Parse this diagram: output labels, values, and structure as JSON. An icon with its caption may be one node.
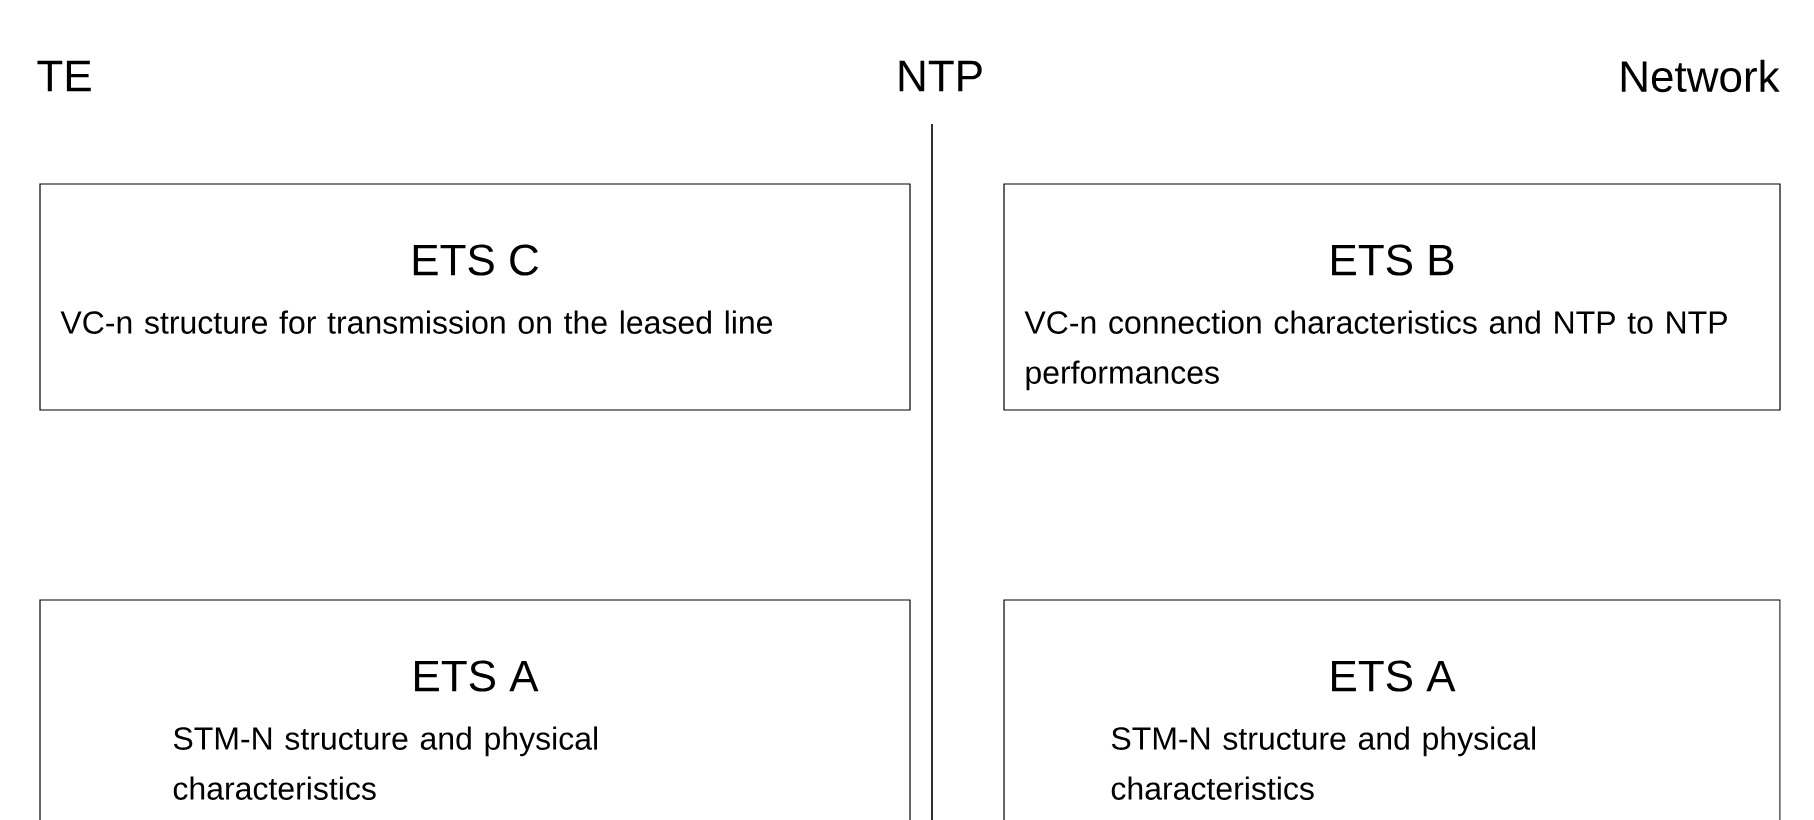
{
  "diagram": {
    "nodes": [
      {
        "text": [
          "ETS C",
          "VC-n structure for transmission on the leased line"
        ]
      },
      {
        "text": [
          "ETS B",
          "VC-n connection characteristics and NTP to NTP performances"
        ]
      },
      {
        "text": [
          "ETS A",
          "STM-N structure and physical characteristics"
        ]
      },
      {
        "text": [
          "ETS A",
          "STM-N structure and physical characteristics"
        ]
      }
    ],
    "labels": [
      "TE",
      "NTP",
      "Network"
    ]
  }
}
